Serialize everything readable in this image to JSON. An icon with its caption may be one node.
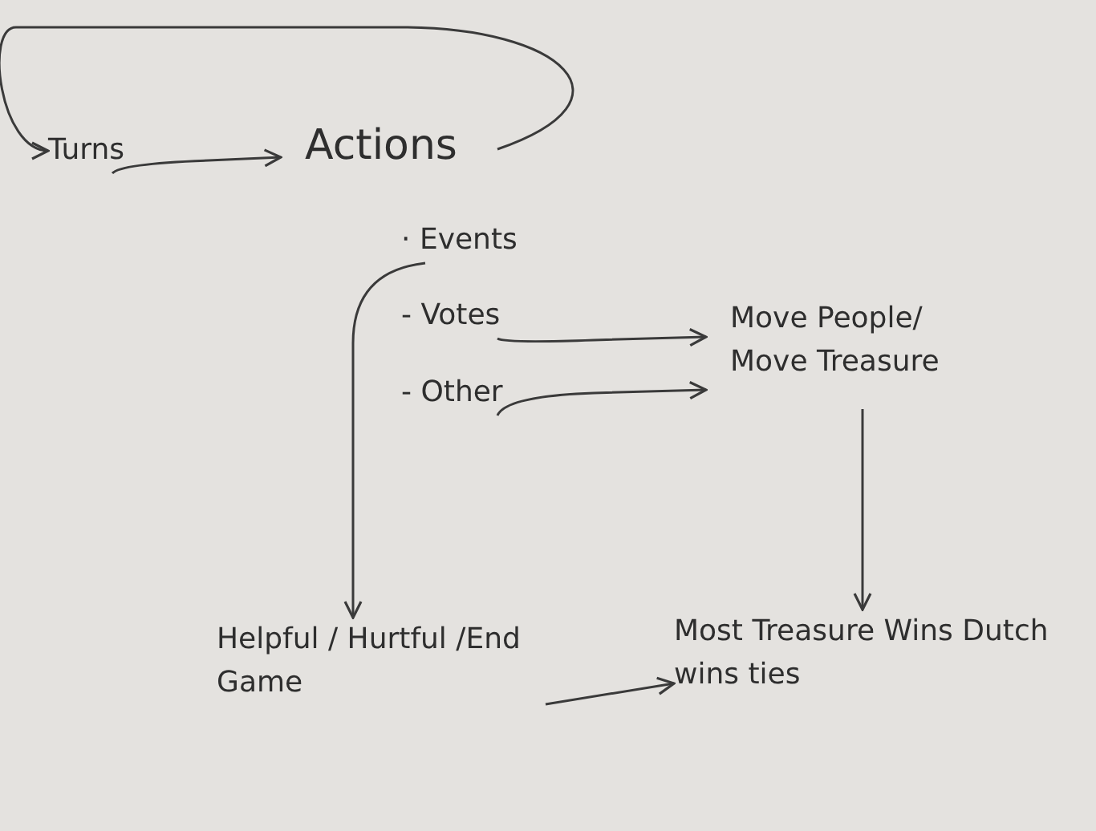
{
  "diagram": {
    "nodes": [
      {
        "text": [
          "Turns"
        ]
      },
      {
        "text": [
          "Actions"
        ]
      },
      {
        "text": [
          "· Events"
        ]
      },
      {
        "text": [
          "- Votes"
        ]
      },
      {
        "text": [
          "- Other"
        ]
      },
      {
        "text": [
          "Move People/ Move Treasure"
        ]
      },
      {
        "text": [
          "Helpful / Hurtful /End Game"
        ]
      },
      {
        "text": [
          "Most Treasure Wins Dutch wins ties"
        ]
      }
    ],
    "edges": [
      {
        "from": 0,
        "to": 1,
        "arrow": "to"
      },
      {
        "from": 1,
        "to": 0,
        "arrow": "to"
      },
      {
        "from": 2,
        "to": 6,
        "arrow": "to"
      },
      {
        "from": 3,
        "to": 5,
        "arrow": "to"
      },
      {
        "from": 4,
        "to": 5,
        "arrow": "to"
      },
      {
        "from": 5,
        "to": 7,
        "arrow": "to"
      },
      {
        "from": 6,
        "to": 7,
        "arrow": "to"
      }
    ]
  }
}
